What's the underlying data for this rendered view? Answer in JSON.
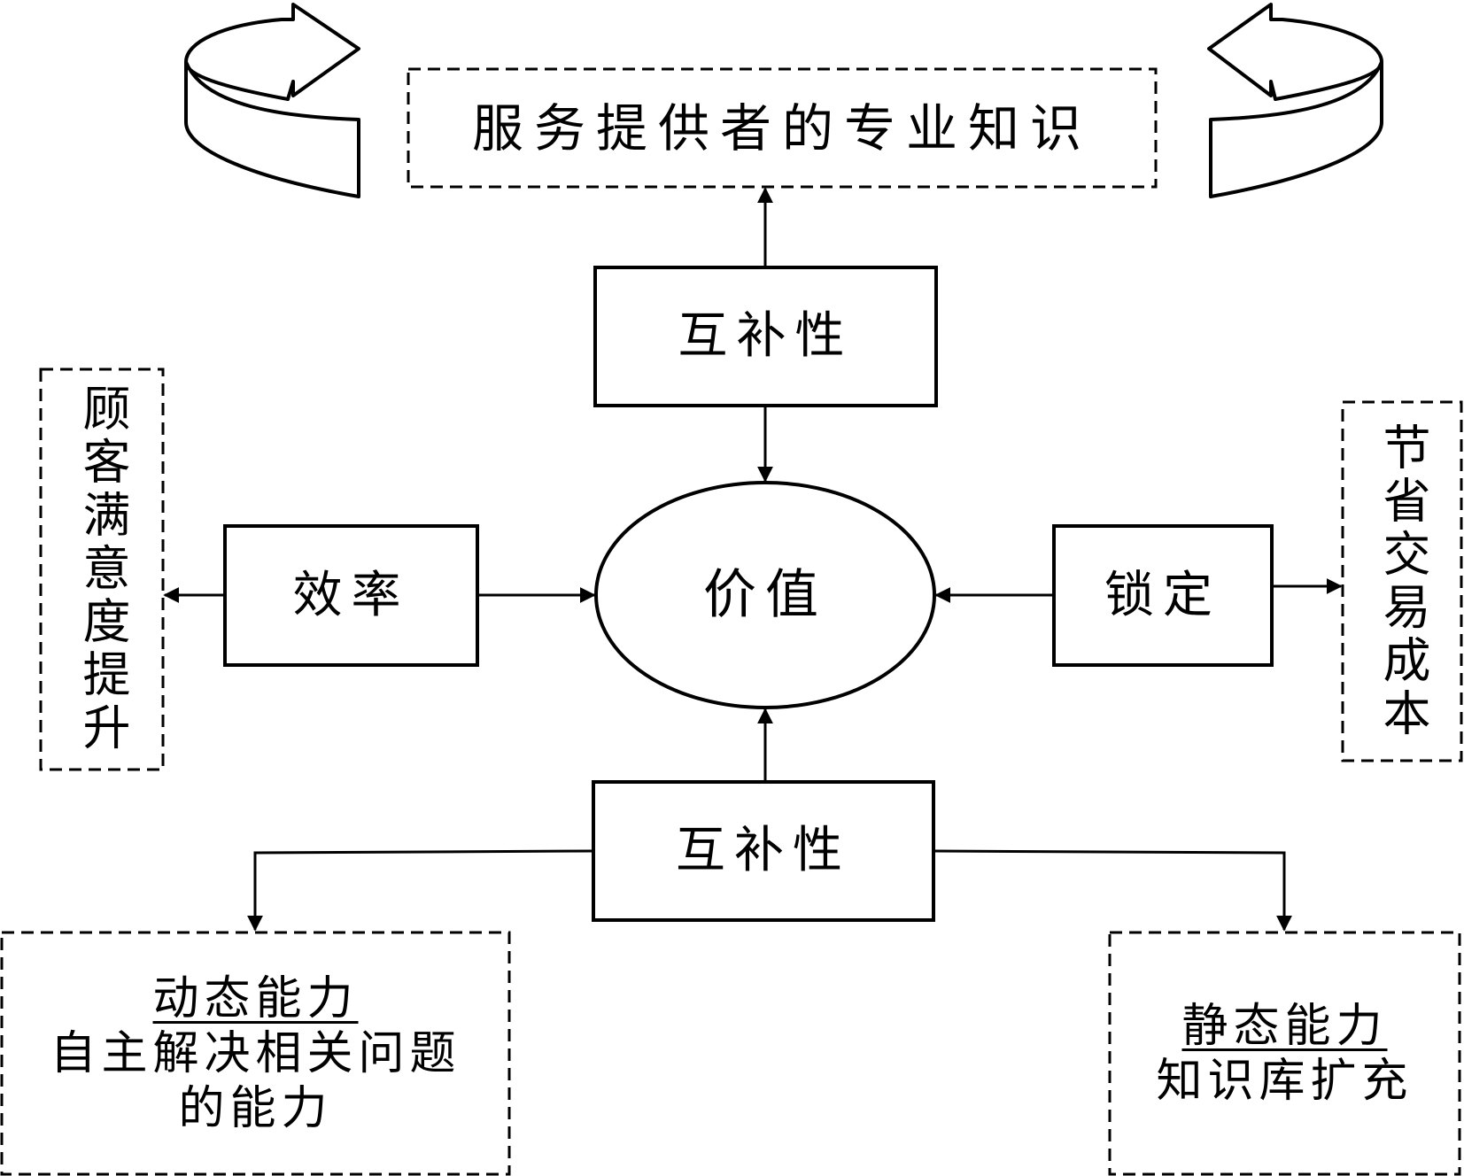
{
  "nodes": {
    "top_knowledge": "服务提供者的专业知识",
    "complement_top": "互补性",
    "value": "价值",
    "efficiency": "效率",
    "lock_in": "锁定",
    "satisfaction": "顾客满意度提升",
    "cost_saving": "节省交易成本",
    "complement_bottom": "互补性",
    "dynamic": {
      "title": "动态能力",
      "line1": "自主解决相关问题",
      "line2": "的能力"
    },
    "static": {
      "title": "静态能力",
      "line1": "知识库扩充"
    }
  }
}
